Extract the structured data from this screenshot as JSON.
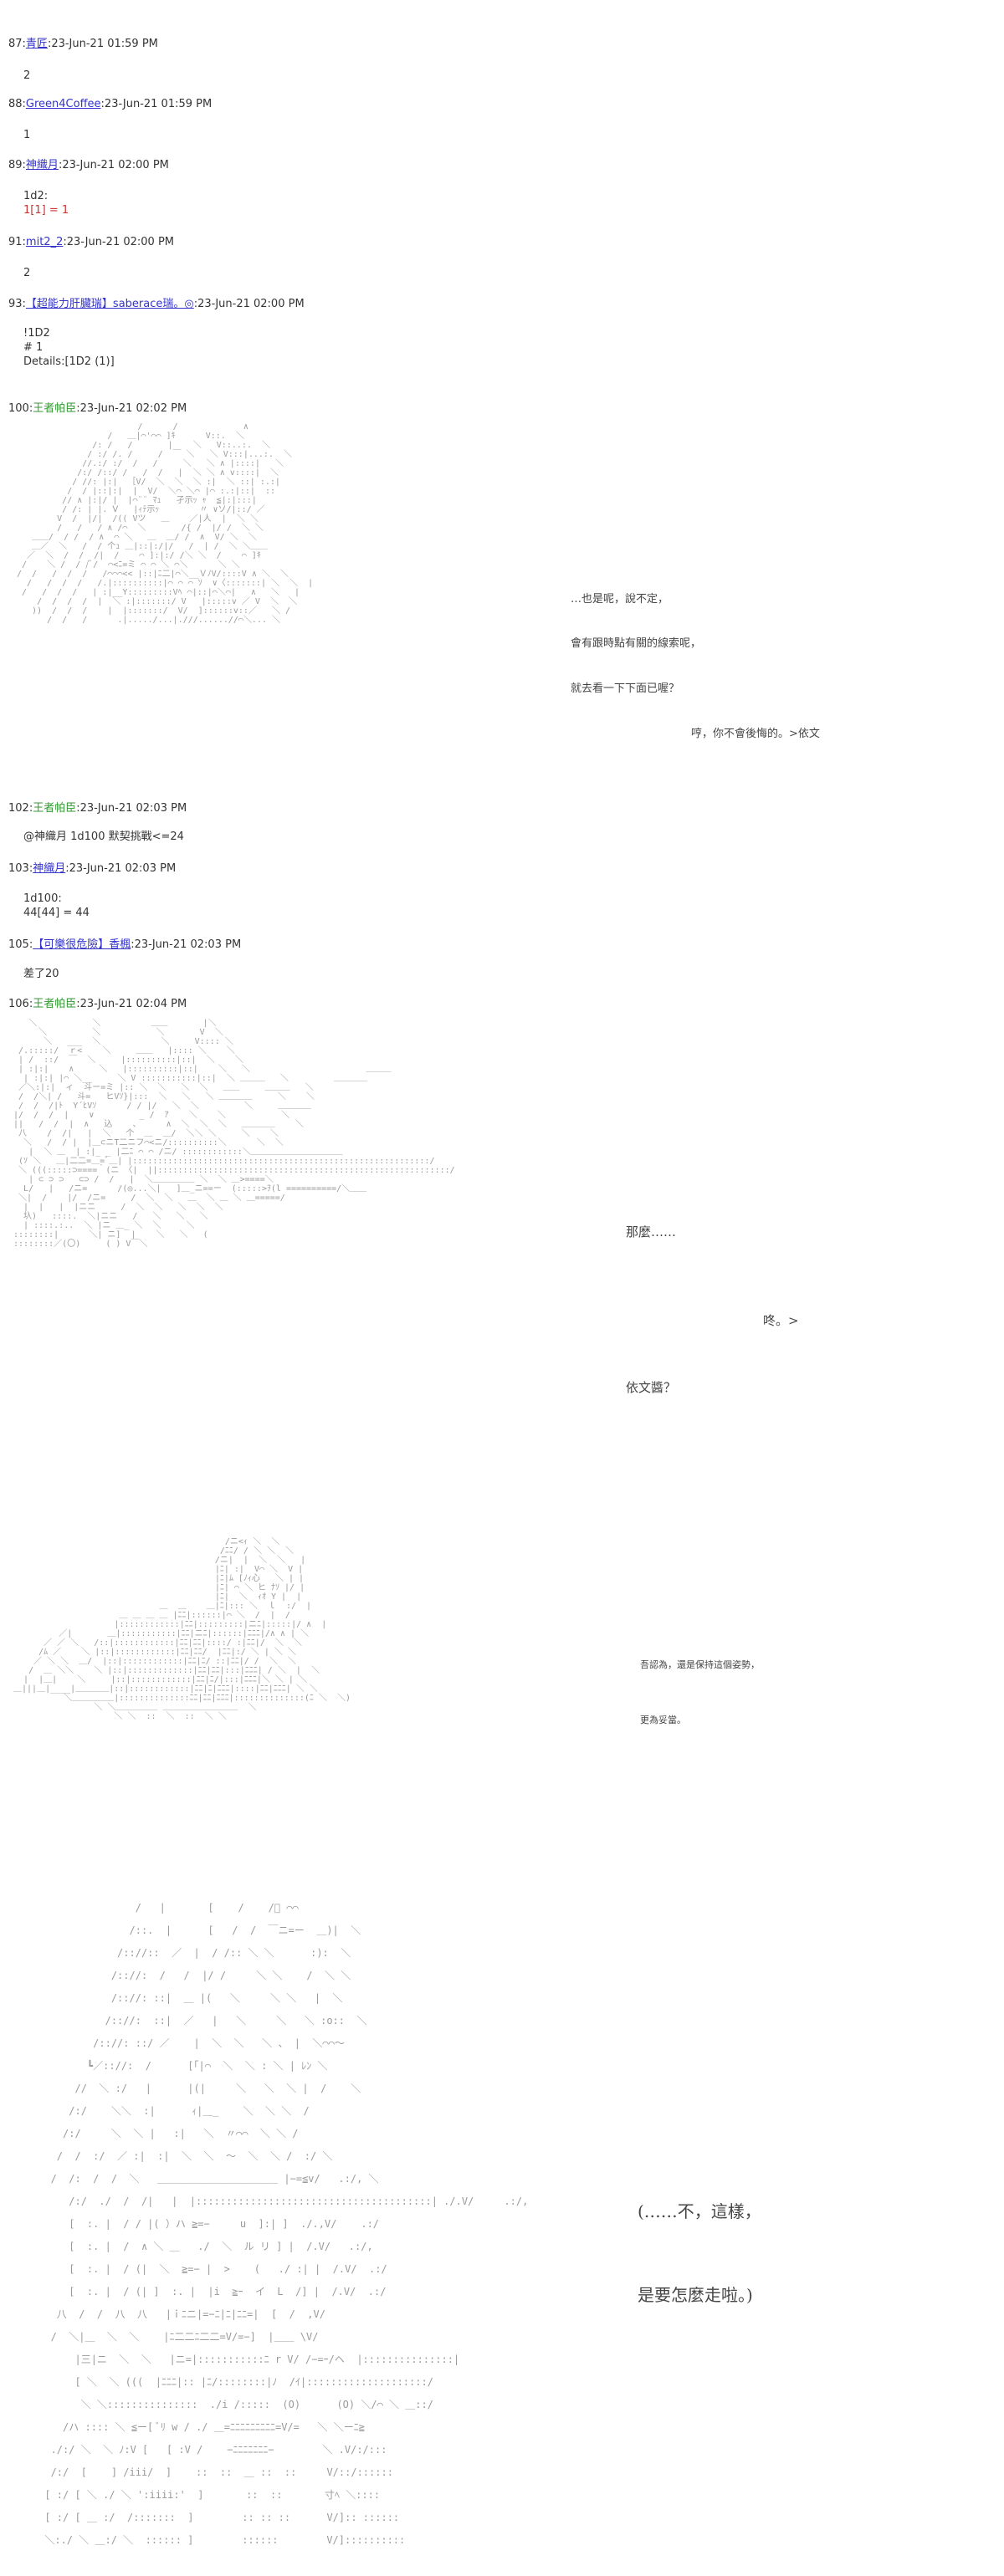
{
  "posts": [
    {
      "number": "87:",
      "name": "青匠",
      "timestamp": ":23-Jun-21 01:59 PM",
      "body": [
        "2"
      ]
    },
    {
      "number": "88:",
      "name": "Green4Coffee",
      "timestamp": ":23-Jun-21 01:59 PM",
      "body": [
        "1"
      ]
    },
    {
      "number": "89:",
      "name": "神織月",
      "timestamp": ":23-Jun-21 02:00 PM",
      "body": [
        "1d2:",
        "1[1] = 1"
      ]
    },
    {
      "number": "91:",
      "name": "mit2_2",
      "timestamp": ":23-Jun-21 02:00 PM",
      "body": [
        "2"
      ]
    },
    {
      "number": "93:",
      "name": "【超能力肝臟瑞】saberace瑞。◎",
      "timestamp": ":23-Jun-21 02:00 PM",
      "body": [
        "!1D2",
        "# 1",
        "Details:[1D2 (1)]"
      ]
    },
    {
      "number": "100:",
      "name": "王者帕臣",
      "timestamp": ":23-Jun-21 02:02 PM",
      "body": []
    },
    {
      "number": "102:",
      "name": "王者帕臣",
      "timestamp": ":23-Jun-21 02:03 PM",
      "body": [
        "@神織月 1d100 默契挑戰<=24"
      ]
    },
    {
      "number": "103:",
      "name": "神織月",
      "timestamp": ":23-Jun-21 02:03 PM",
      "body": [
        "1d100:",
        "44[44] = 44"
      ]
    },
    {
      "number": "105:",
      "name": "【可樂很危險】香楓",
      "timestamp": ":23-Jun-21 02:03 PM",
      "body": [
        "差了20"
      ]
    },
    {
      "number": "106:",
      "name": "王者帕臣",
      "timestamp": ":23-Jun-21 02:04 PM",
      "body": []
    }
  ],
  "scene1": {
    "dialog": [
      "…也是呢，說不定，",
      "會有跟時點有關的線索呢，",
      "就去看一下下面已喔？",
      "哼，你不會後悔的。>依文"
    ],
    "art": [
      "                        /      /             ∧",
      "                  /   ＿|⌒'⌒⌒ ]ｷ      V::.  ＼",
      "               /: /   /       |    ＼   V::..:.  ＼",
      "              / :/ /. /     /  ￣ ＼   ＼ V:::|...:.  ＼",
      "             //.:/ :/  /   /     ＼   ＼ ∧ |::::|   ＼",
      "            /:/ /::/ /   /  /   |  ＼ ＼ ∧ v::::|  ＼",
      "           / //: |:|  ［V/  ＼  ＼  ＼ :|  ＼ ::| :.:|",
      "          /  / |::|:|  |  V/  ＼⌒ ＼⌒ |⌒ :.:|::|  ::",
      "         // ∧ |:|/ |  |⌒¨¨ ﾏｭ   孑示ｯ ｬ  ≦|:|:::|",
      "         / /: | |. Ⅴ   |ｨﾃ示ｯ        〃 ∨ソ/|::/ ／",
      "        V  /  |/|  /(( Vツ   ＿    ／|人  |  ＼ ＼",
      "        /   /   / ∧ /⌒  ＼       /{ /  |/ /  ＼ ＼",
      "   ＿＿/  / /  / ∧  ⌒ ＼   ＿  ＿/ /  ∧  V/ ＼  ＼",
      "   ＿／  ＼   /  / 个ｭ ＿|::|:/|/   /  | /  ＼ ＼＿＿",
      "  ／  ＼  /  /  /|  /    ⌒ ]:|:/ /＼ ＼  /    ⌒ ]ｷ",
      " /    ＼ /  / /ﾞ/  ⌒<ﾆ=ミ ⌒ ⌒ ＼ ⌒＼      ＼ ＼",
      "/  /   /  /  /   /⌒⌒⌒<< |::|ﾆ二|⌒＼__ＶﾉV/::::V ∧ ＼  ＼",
      "  /   /  /  /   /.|::::::::::|⌒ ⌒ ⌒ ｿ  ∨〈:::::::| ＼  ＼  |",
      " /   /  /  /   | :|__Y:::::::::Vﾍ ⌒|::|⌒＼⌒|   ∧   ＼   |",
      "    /  /  /  /  |  ＼ :|:::::::/ V   |:::::v ／ V  ＼  ＼",
      "   ))  /  /  /    |  |:::::::/  V/  ]::::::v::／   ＼ /",
      "      /  /   /      .|...../...|.///......//⌒＼... ＼"
    ]
  },
  "scene2": {
    "dialog": [
      "那麼……",
      "咚。>",
      "依文醬？"
    ],
    "art": [
      "    ＼           ＼          ＿＿       |＼",
      "      ＼         ＼           ＼       V  ＼",
      "       ＼   ___  ＼            ＼     V:::: ＼",
      "  /.:::::/  ｒ<    ＼     ＿＿   |:::: ＼    ＼",
      "  | /  ::/  ￣  ＼     |::::::::::|::|  ＼    ＼",
      "  | :|:|    ∧     ＼   |::::::::::|::|    ＼   ＼                       ＿＿＿",
      "   | :|:| |⌒ ＼__     ＼ V :::::::::::|::|  ＼ ＿＿＿   ＼         ＿＿＿＿",
      "  ／＼:|:|  ィ  斗ー=ミ |:: ＼  ＼   ＼  ＼   ＿＿     ＿＿＿   ＼",
      "  /  /＼| /   斗=   ヒVｿ}|:::  ＼   ＼   ＼ ＿＿＿＿     ＼    ＼",
      "  /  /  /|ﾄ  Y´ﾋVｿ      / / |/   ＼  ＼         ＼     ＿＿＿＿",
      " |/  /  /  |    ∨         _ /  ｱ    ＼    ＼           ＼",
      " ||   /  /  |  ∧   込    、     ∧  ＼  ＼  ＼   ＿＿＿＿    ＼",
      "  八    /  /|   |  ＼   个  ＿  ＿/  ＼＼ ＼     ＼    ＼",
      "   ＼   /  / |  |＿⊂ニT二ニフ⌒<ニ/::::::::::＼      ＼  ＼",
      "    |  ＼ ＿  | :|_ _ |二ﾆ ⌒ ⌒ /ニ/ ::::::::::::＼＿＿＿＿＿＿＿＿＿＿＿",
      "  (ｿ ＼   ＿|二二=＿=ﾞ＿| |:::::::::::::::::::::::::::::::::::::::::::::::::::::::::::/",
      "  ＼ (((:::::⊃====｀(ニ 〈|  ||::::::::::::::::::::::::::::::::::::::::::::::::::::::::::/",
      "    | ⊂ ⊃ ⊃   ⊂⊃ /  /   |  ＼＿＿＿＿＿ ＼  ＼ ＿>====＼",
      "   L/   |   /ニ=      /(◎...＼|   ]＿_ニ==ー  (:::::>ｦ(l ==========/＼＿＿",
      "  ＼|  /    |/  /ニ=     /  ＼  ＼   ＿  ＼ ＿ ＼ ＿=====/",
      "   |  |   |  |ニニ     /  ＼  ＼   ＼  ＼  ＼",
      "   圦)   ::::.  ＼|ニニ   /   ＼   ＼   ＼",
      "   | ::::.:..  ＼ |ニ ＿_ ＼  ＼     ＼",
      " ::::::::|      ＼| ニ]  |    ＼   ＼   (",
      " ::::::::／(〇)     ( ) V￣＼"
    ]
  },
  "scene3": {
    "dialog": [
      "吾認為，還是保持這個姿勢，",
      "更為妥當。"
    ],
    "art": [
      "                                           /ニ<ｨ ＼  ＼",
      "                                          /ﾆﾆ/ / ＼ ＼  ＼",
      "                                         /ニ|  |  ＼  ＼   |",
      "                                         |ﾆ| :|  V⌒ ＼  V |",
      "                                         |ﾆ|ﾑ [ﾉｨ心   ＼ | |",
      "                                         |ﾆ| ⌒ ＼ ヒ ﾅｿ |/ |",
      "                                         |ﾆ|  ＼  ｨｵ Y |  |",
      "                              ＿  ＿    ＿|ﾆ|::: ＼  ｌ  :/  |",
      "                      ＿ ＿ ＿ ＿ |ﾆﾆ|::::::|⌒ ＼  /  |  /",
      "                     |::::::::::::|ﾆﾆ|:::::::::|ニﾆ|:::::|/ ∧  |",
      "          ／|       ＿|:::::::::::|ﾆﾆ|ニﾆ|::::::|ﾆﾆﾆ|/∧ ∧ | ＼",
      "       ／ ／ ＼   /::|::::::::::::|ﾆﾆ|ﾆﾆ|::::/ :|ﾆﾆ|/  ＼  ＼",
      "      /ﾑ ／    ＼ |::|::::::::::::|ﾆﾆ|ﾆﾆ/  |ﾆﾆ|:/ ＼ | ＼ ＼",
      "     ／ ＼ ＼  ＿/  |::|::::::::::::|ﾆﾆ|ﾆ/ ::|ﾆﾆ|/ /  ＼  ＼",
      "    /  ＿ ＼＼    ＼ |::|:::::::::::::|ﾆﾆ|ﾆﾆ|:::|ﾆﾆﾆ| / ＼  |  ＼",
      "   |  |＿|    ＼     |::|::::::::::::|ﾆﾆ|ﾆ/|:::|ﾆﾆﾆ|＼ ＼ | ＼",
      " ＿|||＿|____|＿＿＿＿|::|::::::::::::|ﾆﾆ|ﾆ|ﾆﾆﾆ|::::|ﾆﾆ|ﾆﾆﾆ| ＼ ＼",
      "           ＼＿＿＿＿＿|::::::::::::::ﾆﾆ|ﾆﾆ|ﾆﾆﾆ|::::::::::::::(ﾆ ＼  ＼)",
      "                 ＼ ＼＿＿＿＿＿ ＿＿＿＿＿＿＿＿＿  ＼",
      "                     ＼ ＼  ::  ＼  ::  ＼ ＼"
    ]
  },
  "scene4": {
    "dialog": [
      "(……不，這樣，",
      "是要怎麼走啦。)"
    ],
    "art": [
      "                     /   |       [    /    /ﾞ ⌒⌒",
      "                    /::.  |      [   /  /  ￣ニ=ー  ＿)|  ＼",
      "                  /:://::  ／  |  / /:: ＼ ＼      :):  ＼",
      "                 /:://:  /   /  |/ /     ＼ ＼    /  ＼ ＼",
      "                 /:://: ::|  ＿ |(   ＼     ＼ ＼   |  ＼",
      "                /:://:  ::|  ／   |   ＼     ＼   ＼ :o::  ＼",
      "              /:://: ::/ ／    |  ＼  ＼   ＼ 、 |  ＼⌒⌒〜",
      "             ┗／:://:  /      [「|⌒  ＼  ＼ : ＼ | ﾚﾝ ＼",
      "           //  ＼ :/   |      |(|     ＼   ＼  ＼ |  /    ＼",
      "          /:/    ＼＼  :|      ｨ|＿_    ＼  ＼ ＼  /",
      "         /:/     ＼  ＼ |   :|   ＼  〃⌒⌒  ＼ ＼ /",
      "        /  /  :/  ／ :|  :|  ＼  ＼  〜  ＼  ＼ /  :/ ＼",
      "       /  /:  /  /  ＼   ＿＿＿＿＿＿＿＿＿＿＿＿ |−=≦v/   .:/, ＼",
      "          /:/  ./  /  /|   |  |:::::::::::::::::::::::::::::::::::::::| ./.V/     .:/,",
      "          [  :. |  / / |( ）ハ ≧=−     u  ]:| ]  ./.,V/    .:/",
      "          [  :. |  /  ∧ ＼ ＿   ./  ＼  ル リ ] |  /.V/   .:/,",
      "          [  :. |  / (|  ＼  ≧=− |  >    (   ./ :| |  /.V/  .:/",
      "          [  :. |  / (| ]  :. |  |i  ≧ｰ  イ  L  /] |  /.V/  .:/",
      "        八  /  /  八  八   |ｉﾆニ|=−ﾆ|ﾆ|ﾆﾆ=|  [  /  ,V/",
      "       /  ＼|＿  ＼  ＼    |ﾆ二二ﾆ二二=V/=−]  |＿＿ \\V/",
      "           |三|ニ  ＼  ＼   |ニ=|:::::::::::ﾆ r V/ /−=ｰ/ヘ  |:::::::::::::::|",
      "           [ ＼  ＼ (((  |ﾆﾆﾆ|:: |ﾆ/::::::::|ﾉ  /ｲ|::::::::::::::::::::/",
      "            ＼ ＼:::::::::::::::  ./i /:::::  (O)      (O) ＼/⌒ ＼ ＿::/",
      "         /ハ :::: ＼ ≦ー[ ﾞﾘ w / ./ ＿=ﾆﾆﾆﾆﾆﾆﾆﾆﾆ=V/=   ＼ ＼ーﾆ≧",
      "       ./:/ ＼  ＼ ﾉ:V [   [ :V /    −ﾆﾆﾆﾆﾆﾆﾆ−        ＼ .V/:/:::",
      "       /:/  [    ] /iii/  ]    ::  ::  ＿ ::  ::     V/::/::::::",
      "      [ :/ [ ＼ ./ ＼ ':iiii:'  ]       ::  ::       寸ﾍ ＼::::",
      "      [ :/ [ ＿ :/  /:::::::  ]        :: :: ::      V/]:: ::::::",
      "      ＼:./ ＼ ＿:/ ＼  :::::: ]        ::::::        V/]::::::::::"
    ]
  }
}
